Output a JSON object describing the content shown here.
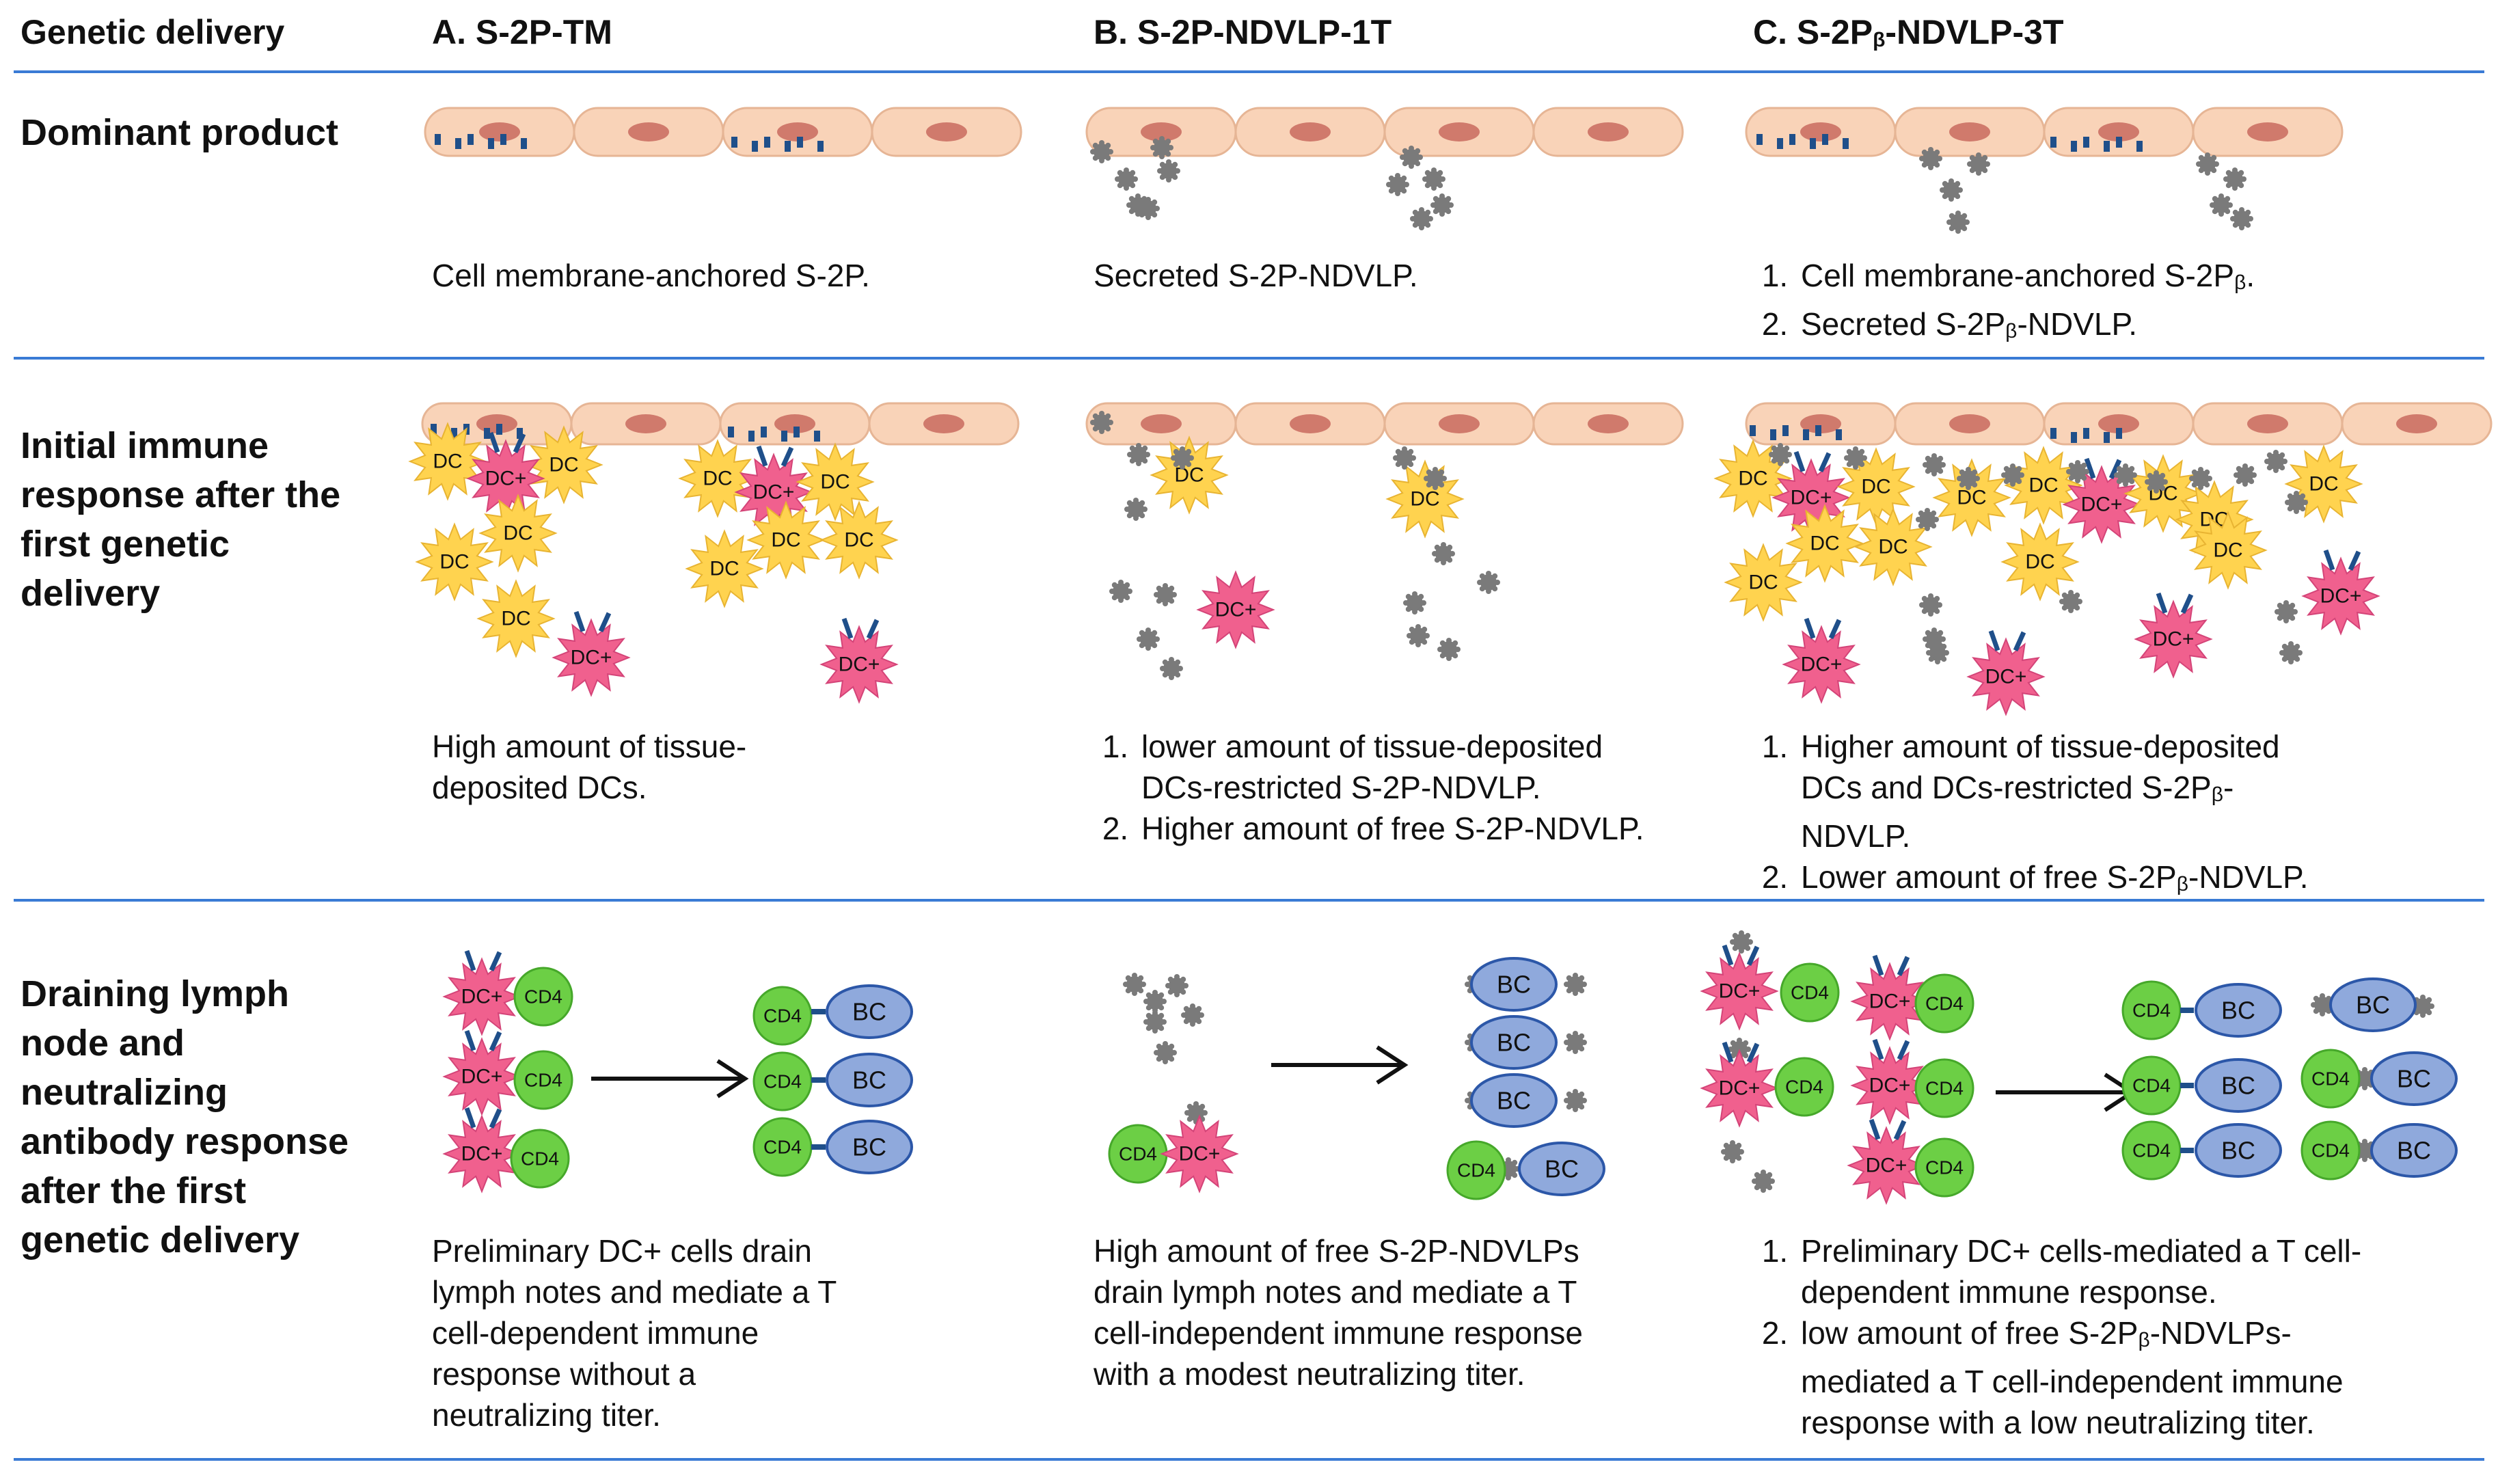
{
  "header": {
    "row_label": "Genetic delivery",
    "col_a": "A. S-2P-TM",
    "col_b": "B. S-2P-NDVLP-1T",
    "col_c_prefix": "C. S-2P",
    "col_c_sub": "β",
    "col_c_suffix": "-NDVLP-3T"
  },
  "rows": {
    "dominant_product": {
      "label": "Dominant product",
      "caption_a": "Cell membrane-anchored S-2P.",
      "caption_b": "Secreted S-2P-NDVLP.",
      "caption_c_1_prefix": "Cell membrane-anchored S-2P",
      "caption_c_1_sub": "β",
      "caption_c_1_suffix": ".",
      "caption_c_2_prefix": "Secreted S-2P",
      "caption_c_2_sub": "β",
      "caption_c_2_suffix": "-NDVLP."
    },
    "initial_response": {
      "label_line1": "Initial immune",
      "label_line2": "response after the",
      "label_line3": "first genetic",
      "label_line4": "delivery",
      "caption_a_line1": "High amount of tissue-",
      "caption_a_line2": "deposited DCs.",
      "caption_b_1_line1": "lower amount of tissue-deposited",
      "caption_b_1_line2": "DCs-restricted S-2P-NDVLP.",
      "caption_b_2": "Higher amount of free S-2P-NDVLP.",
      "caption_c_1_line1": "Higher amount of tissue-deposited",
      "caption_c_1_line2_prefix": "DCs and DCs-restricted S-2P",
      "caption_c_1_line2_sub": "β",
      "caption_c_1_line2_suffix": "-",
      "caption_c_1_line3": "NDVLP.",
      "caption_c_2_prefix": "Lower amount of free S-2P",
      "caption_c_2_sub": "β",
      "caption_c_2_suffix": "-NDVLP."
    },
    "lymph_node": {
      "label_line1": "Draining lymph",
      "label_line2": "node and",
      "label_line3": "neutralizing",
      "label_line4": "antibody response",
      "label_line5": "after the first",
      "label_line6": "genetic delivery",
      "caption_a_line1": "Preliminary DC+ cells drain",
      "caption_a_line2": "lymph notes and mediate a T",
      "caption_a_line3": "cell-dependent immune",
      "caption_a_line4": "response without a",
      "caption_a_line5": "neutralizing titer.",
      "caption_b_line1": "High amount of free S-2P-NDVLPs",
      "caption_b_line2": "drain lymph notes and mediate a T",
      "caption_b_line3": "cell-independent immune response",
      "caption_b_line4": "with a modest neutralizing titer.",
      "caption_c_1_line1": "Preliminary DC+ cells-mediated a T cell-",
      "caption_c_1_line2": "dependent immune response.",
      "caption_c_2_line1_prefix": "low amount of free S-2P",
      "caption_c_2_line1_sub": "β",
      "caption_c_2_line1_suffix": "-NDVLPs-",
      "caption_c_2_line2": "mediated a T cell-independent immune",
      "caption_c_2_line3": "response with a low neutralizing titer."
    }
  },
  "cell_labels": {
    "dc": "DC",
    "dc_plus": "DC+",
    "cd4": "CD4",
    "bc": "BC"
  },
  "colors": {
    "divider": "#3a7bd5",
    "epithelium": "#f9d3b8",
    "nucleus": "#d07a6c",
    "dc": "#ffd34f",
    "dc_plus": "#f0608e",
    "cd4": "#6ccf45",
    "bc": "#8fa9dc",
    "particle": "#7a7a7a",
    "receptor": "#1f4f8a"
  }
}
